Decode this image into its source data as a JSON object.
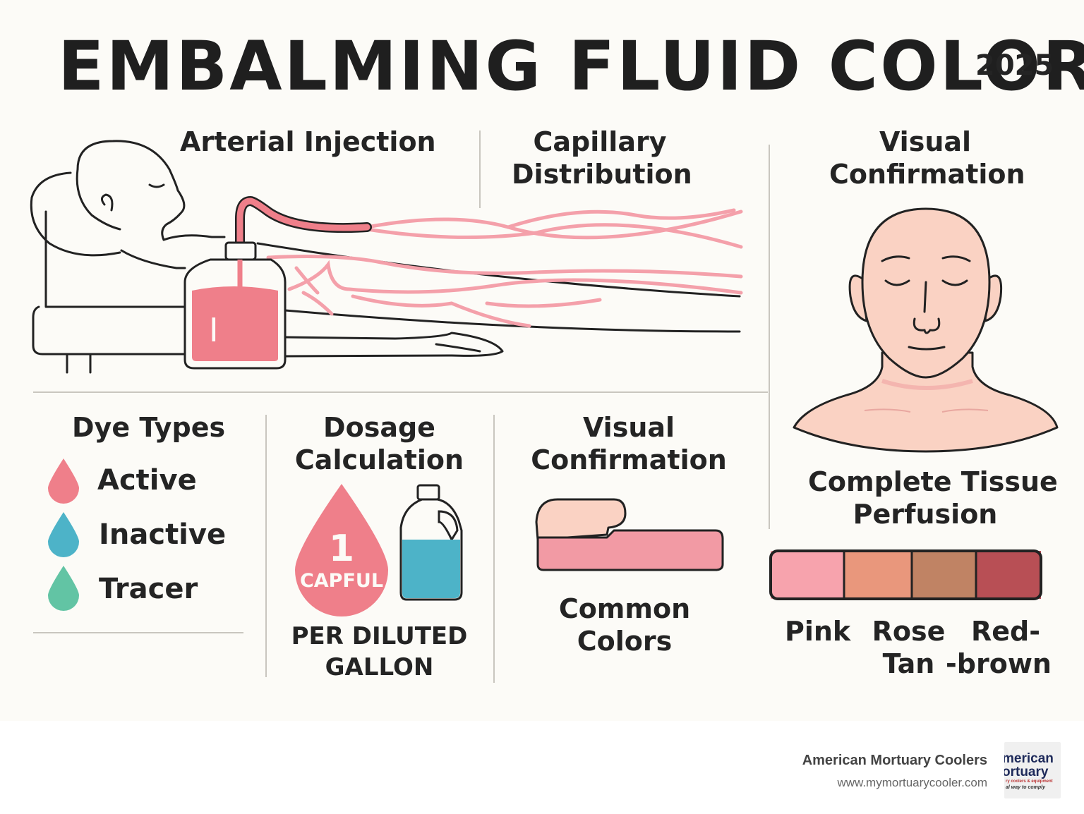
{
  "header": {
    "title": "EMBALMING FLUID COLOR",
    "year": "2025"
  },
  "sections": {
    "arterial_injection": "Arterial Injection",
    "capillary_line1": "Capillary",
    "capillary_line2": "Distribution",
    "visual_top_line1": "Visual",
    "visual_top_line2": "Confirmation",
    "perfusion_line1": "Complete Tissue",
    "perfusion_line2": "Perfusion",
    "dye_types": "Dye Types",
    "dosage_line1": "Dosage",
    "dosage_line2": "Calculation",
    "visual_mid_line1": "Visual",
    "visual_mid_line2": "Confirmation",
    "common_line1": "Common",
    "common_line2": "Colors"
  },
  "dyes": [
    {
      "label": "Active",
      "color": "#ef7f8a"
    },
    {
      "label": "Inactive",
      "color": "#4db3c8"
    },
    {
      "label": "Tracer",
      "color": "#62c4a4"
    }
  ],
  "dosage": {
    "number": "1",
    "unit": "CAPFUL",
    "per_line1": "PER DILUTED",
    "per_line2": "GALLON",
    "jug_color": "#4db3c8"
  },
  "bottle_mark": "I",
  "swatches": [
    {
      "color": "#f7a3ad"
    },
    {
      "color": "#e9977c"
    },
    {
      "color": "#c08364"
    },
    {
      "color": "#b84f55"
    }
  ],
  "swatch_labels": {
    "pink": "Pink",
    "rose_tan_line1": "Rose",
    "rose_tan_line2": "Tan",
    "red_brown_line1": "Red-",
    "red_brown_line2": "-brown"
  },
  "colors": {
    "fluid": "#ef7f8a",
    "skin": "#fad2c3",
    "vein": "#f4a0aa",
    "ink": "#222222"
  },
  "footer": {
    "company": "American Mortuary Coolers",
    "url": "www.mymortuarycooler.com",
    "logo_line1": "merican",
    "logo_line2": "ortuary",
    "logo_line3": "ry coolers & equipment",
    "logo_line4": "al way to comply"
  }
}
